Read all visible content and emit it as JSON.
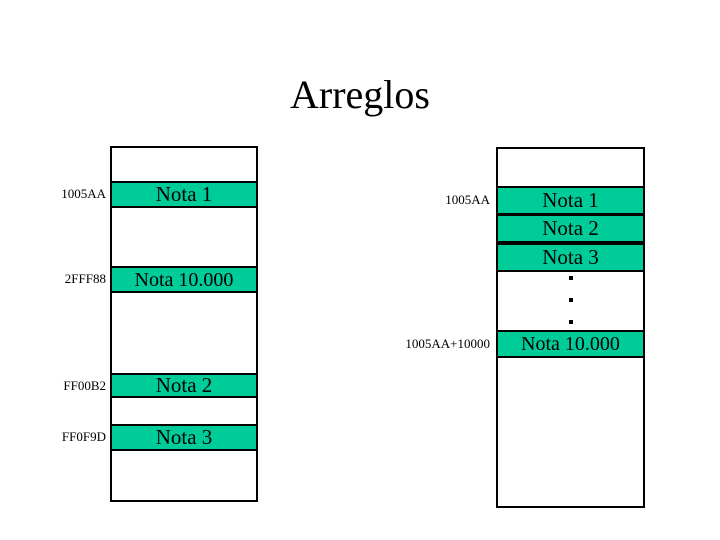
{
  "slide": {
    "title": "Arreglos",
    "background_color": "#ffffff",
    "cell_fill_color": "#00cc99",
    "border_color": "#000000"
  },
  "left_diagram": {
    "caption_role": "scattered-memory-allocation",
    "cells": [
      {
        "address": "1005AA",
        "label": "Nota 1"
      },
      {
        "address": "2FFF88",
        "label": "Nota 10.000"
      },
      {
        "address": "FF00B2",
        "label": "Nota 2"
      },
      {
        "address": "FF0F9D",
        "label": "Nota 3"
      }
    ]
  },
  "right_diagram": {
    "caption_role": "contiguous-array-allocation",
    "cells": [
      {
        "address": "1005AA",
        "label": "Nota 1"
      },
      {
        "address": "",
        "label": "Nota 2"
      },
      {
        "address": "",
        "label": "Nota 3"
      },
      {
        "address": "1005AA+10000",
        "label": "Nota 10.000"
      }
    ],
    "ellipsis": "⋮"
  }
}
